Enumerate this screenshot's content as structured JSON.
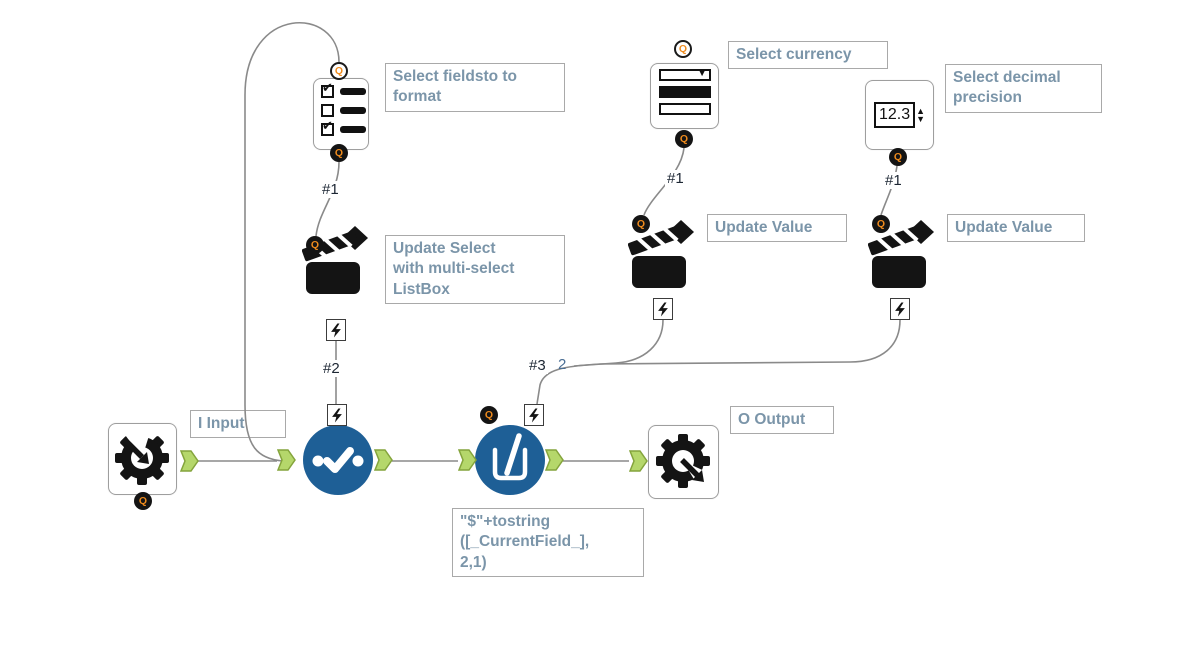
{
  "colors": {
    "canvas_bg": "#ffffff",
    "wire": "#8a8a8a",
    "tool_blue": "#1e5f96",
    "anchor_green_fill": "#b5d76b",
    "anchor_green_border": "#84a43c",
    "annotation_text": "#7b95a9",
    "annotation_border": "#a9a9a9",
    "q_badge_letter": "#ef8b1d",
    "icon_black": "#141414"
  },
  "glyphs": {
    "q": "Q",
    "dropdown_arrow": "▼",
    "spin_up": "▲",
    "spin_down": "▼",
    "check": "✔"
  },
  "tools": {
    "listbox": {
      "annotation_lines": [
        "Select fieldsto to",
        "format"
      ],
      "out_label": "#1"
    },
    "dropdown": {
      "annotation": "Select currency",
      "out_label": "#1"
    },
    "numeric_updown": {
      "annotation_lines": [
        "Select decimal",
        "precision"
      ],
      "value": "12.3",
      "out_label": "#1"
    },
    "action_update_select": {
      "annotation_lines": [
        "Update Select",
        "with multi-select",
        "ListBox"
      ],
      "out_label": "#2"
    },
    "action_update_value_1": {
      "annotation": "Update Value"
    },
    "action_update_value_2": {
      "annotation": "Update Value"
    },
    "macro_input": {
      "annotation": "I Input"
    },
    "macro_output": {
      "annotation": "O Output"
    },
    "formula": {
      "annotation_lines": [
        "\"$\"+tostring",
        "([_CurrentField_],",
        "2,1)"
      ],
      "in_label_a": "#3",
      "in_label_b": "2"
    }
  }
}
